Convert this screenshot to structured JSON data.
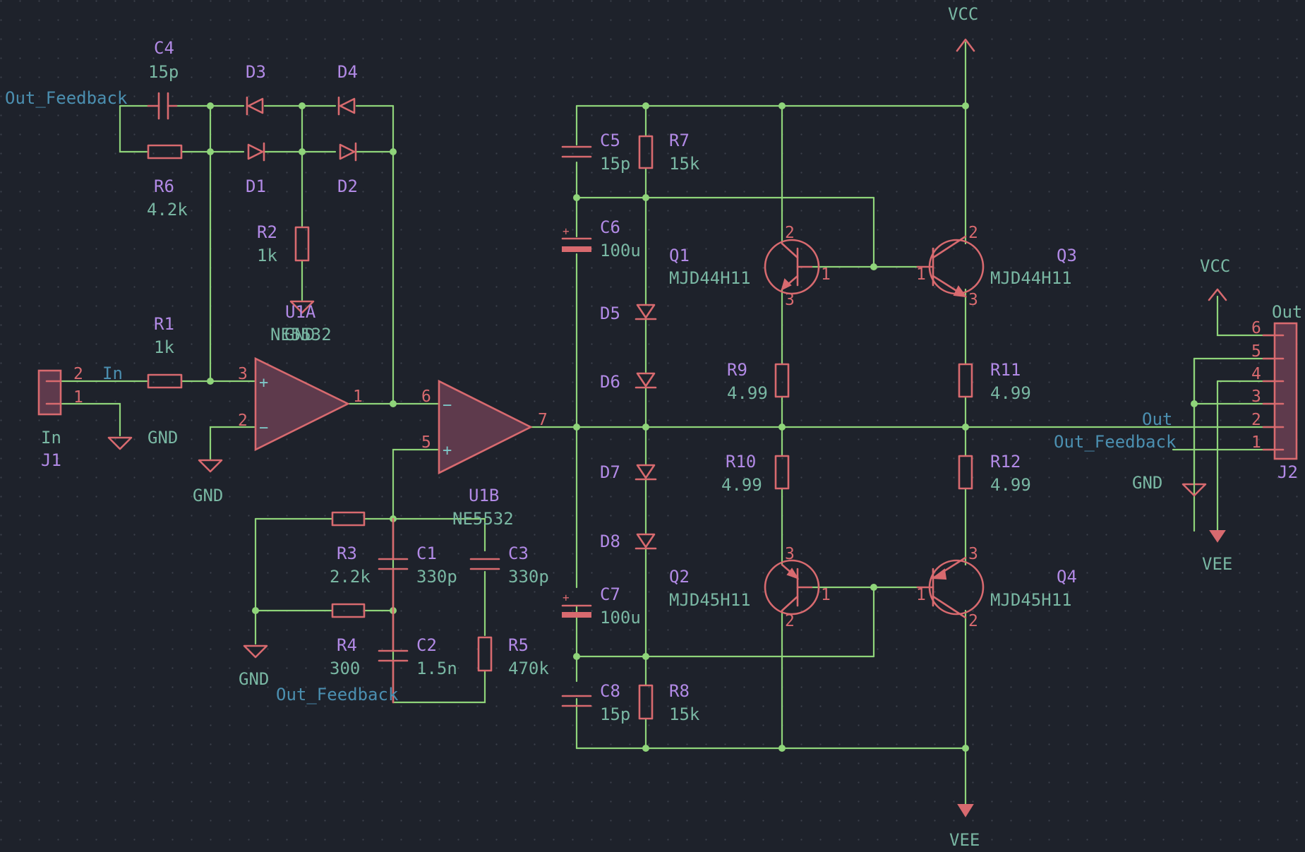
{
  "components": {
    "C4": {
      "ref": "C4",
      "value": "15p"
    },
    "R6": {
      "ref": "R6",
      "value": "4.2k"
    },
    "D1": {
      "ref": "D1"
    },
    "D2": {
      "ref": "D2"
    },
    "D3": {
      "ref": "D3"
    },
    "D4": {
      "ref": "D4"
    },
    "R2": {
      "ref": "R2",
      "value": "1k"
    },
    "R1": {
      "ref": "R1",
      "value": "1k"
    },
    "U1A": {
      "ref": "U1A",
      "value": "NE5532"
    },
    "U1B": {
      "ref": "U1B",
      "value": "NE5532"
    },
    "J1": {
      "ref": "J1",
      "value": "In"
    },
    "J2": {
      "ref": "J2",
      "value": "Out"
    },
    "C5": {
      "ref": "C5",
      "value": "15p"
    },
    "R7": {
      "ref": "R7",
      "value": "15k"
    },
    "C6": {
      "ref": "C6",
      "value": "100u"
    },
    "D5": {
      "ref": "D5"
    },
    "D6": {
      "ref": "D6"
    },
    "D7": {
      "ref": "D7"
    },
    "D8": {
      "ref": "D8"
    },
    "C7": {
      "ref": "C7",
      "value": "100u"
    },
    "C8": {
      "ref": "C8",
      "value": "15p"
    },
    "R8": {
      "ref": "R8",
      "value": "15k"
    },
    "R3": {
      "ref": "R3",
      "value": "2.2k"
    },
    "R4": {
      "ref": "R4",
      "value": "300"
    },
    "C1": {
      "ref": "C1",
      "value": "330p"
    },
    "C2": {
      "ref": "C2",
      "value": "1.5n"
    },
    "C3": {
      "ref": "C3",
      "value": "330p"
    },
    "R5": {
      "ref": "R5",
      "value": "470k"
    },
    "Q1": {
      "ref": "Q1",
      "value": "MJD44H11"
    },
    "Q2": {
      "ref": "Q2",
      "value": "MJD45H11"
    },
    "Q3": {
      "ref": "Q3",
      "value": "MJD44H11"
    },
    "Q4": {
      "ref": "Q4",
      "value": "MJD45H11"
    },
    "R9": {
      "ref": "R9",
      "value": "4.99"
    },
    "R10": {
      "ref": "R10",
      "value": "4.99"
    },
    "R11": {
      "ref": "R11",
      "value": "4.99"
    },
    "R12": {
      "ref": "R12",
      "value": "4.99"
    }
  },
  "nets": {
    "out_feedback": "Out_Feedback",
    "in": "In",
    "out": "Out"
  },
  "power": {
    "vcc": "VCC",
    "vee": "VEE",
    "gnd": "GND"
  },
  "pins": {
    "p1": "1",
    "p2": "2",
    "p3": "3",
    "p4": "4",
    "p5": "5",
    "p6": "6",
    "p7": "7",
    "minus": "−",
    "plus": "+"
  },
  "colors": {
    "background": "#1e222b",
    "wire": "#8fd47a",
    "symbol": "#d86a6f",
    "reference": "#b28ae6",
    "value": "#79b7a3",
    "net_label": "#4b8fb0"
  }
}
